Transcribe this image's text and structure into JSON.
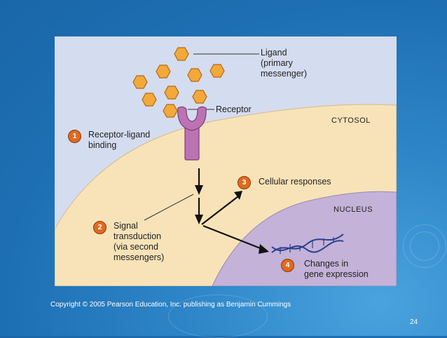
{
  "labels": {
    "ligand": "Ligand\n(primary\nmessenger)",
    "receptor": "Receptor",
    "cytosol": "CYTOSOL",
    "nucleus": "NUCLEUS"
  },
  "steps": [
    {
      "number": "1",
      "text": "Receptor-ligand\nbinding"
    },
    {
      "number": "2",
      "text": "Signal\ntransduction\n(via second\nmessengers)"
    },
    {
      "number": "3",
      "text": "Cellular responses"
    },
    {
      "number": "4",
      "text": "Changes in\ngene expression"
    }
  ],
  "colors": {
    "extracellular": "#d4dcef",
    "cytosol": "#f8e3b8",
    "nucleus": "#c4b2d8",
    "ligand": "#f2a93a",
    "receptor": "#bb73b3",
    "badge": "#e06a1f",
    "dna": "#2b3f8f"
  },
  "copyright": "Copyright © 2005 Pearson Education, Inc. publishing as Benjamin Cummings",
  "slide_number": "24"
}
